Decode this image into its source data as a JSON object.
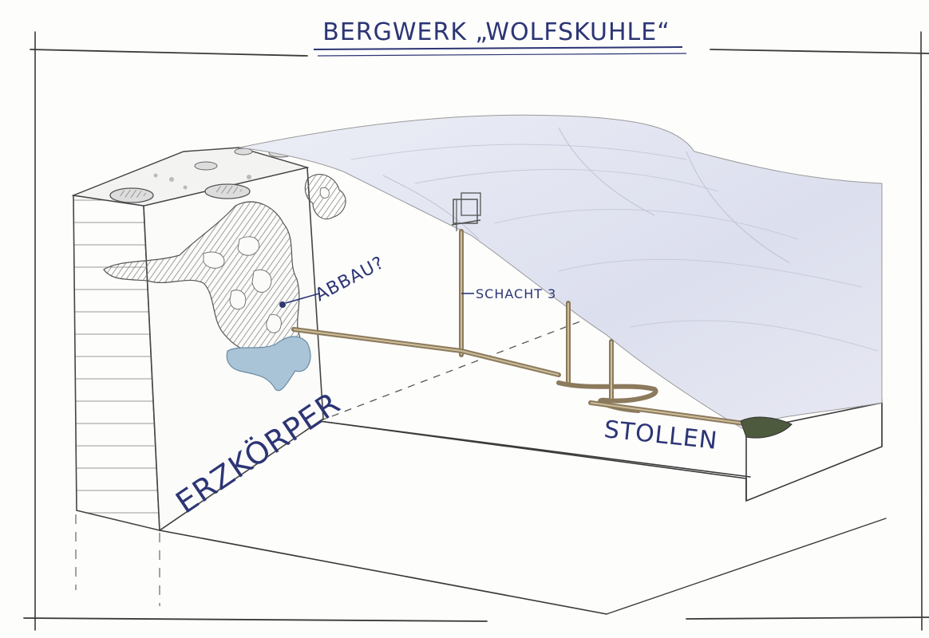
{
  "title": "BERGWERK „WOLFSKUHLE“",
  "labels": {
    "abbau": "ABBAU?",
    "schacht": "SCHACHT 3",
    "stollen": "STOLLEN",
    "erzkoerper": "ERZKÖRPER"
  },
  "colors": {
    "ink": "#2c3574",
    "surface": "#e4e6f1",
    "ore_water": "#a9c4d6",
    "pencil": "#3a3a3a",
    "tunnel": "#8b7a5c",
    "tunnel_exit": "#4e5a3e"
  }
}
